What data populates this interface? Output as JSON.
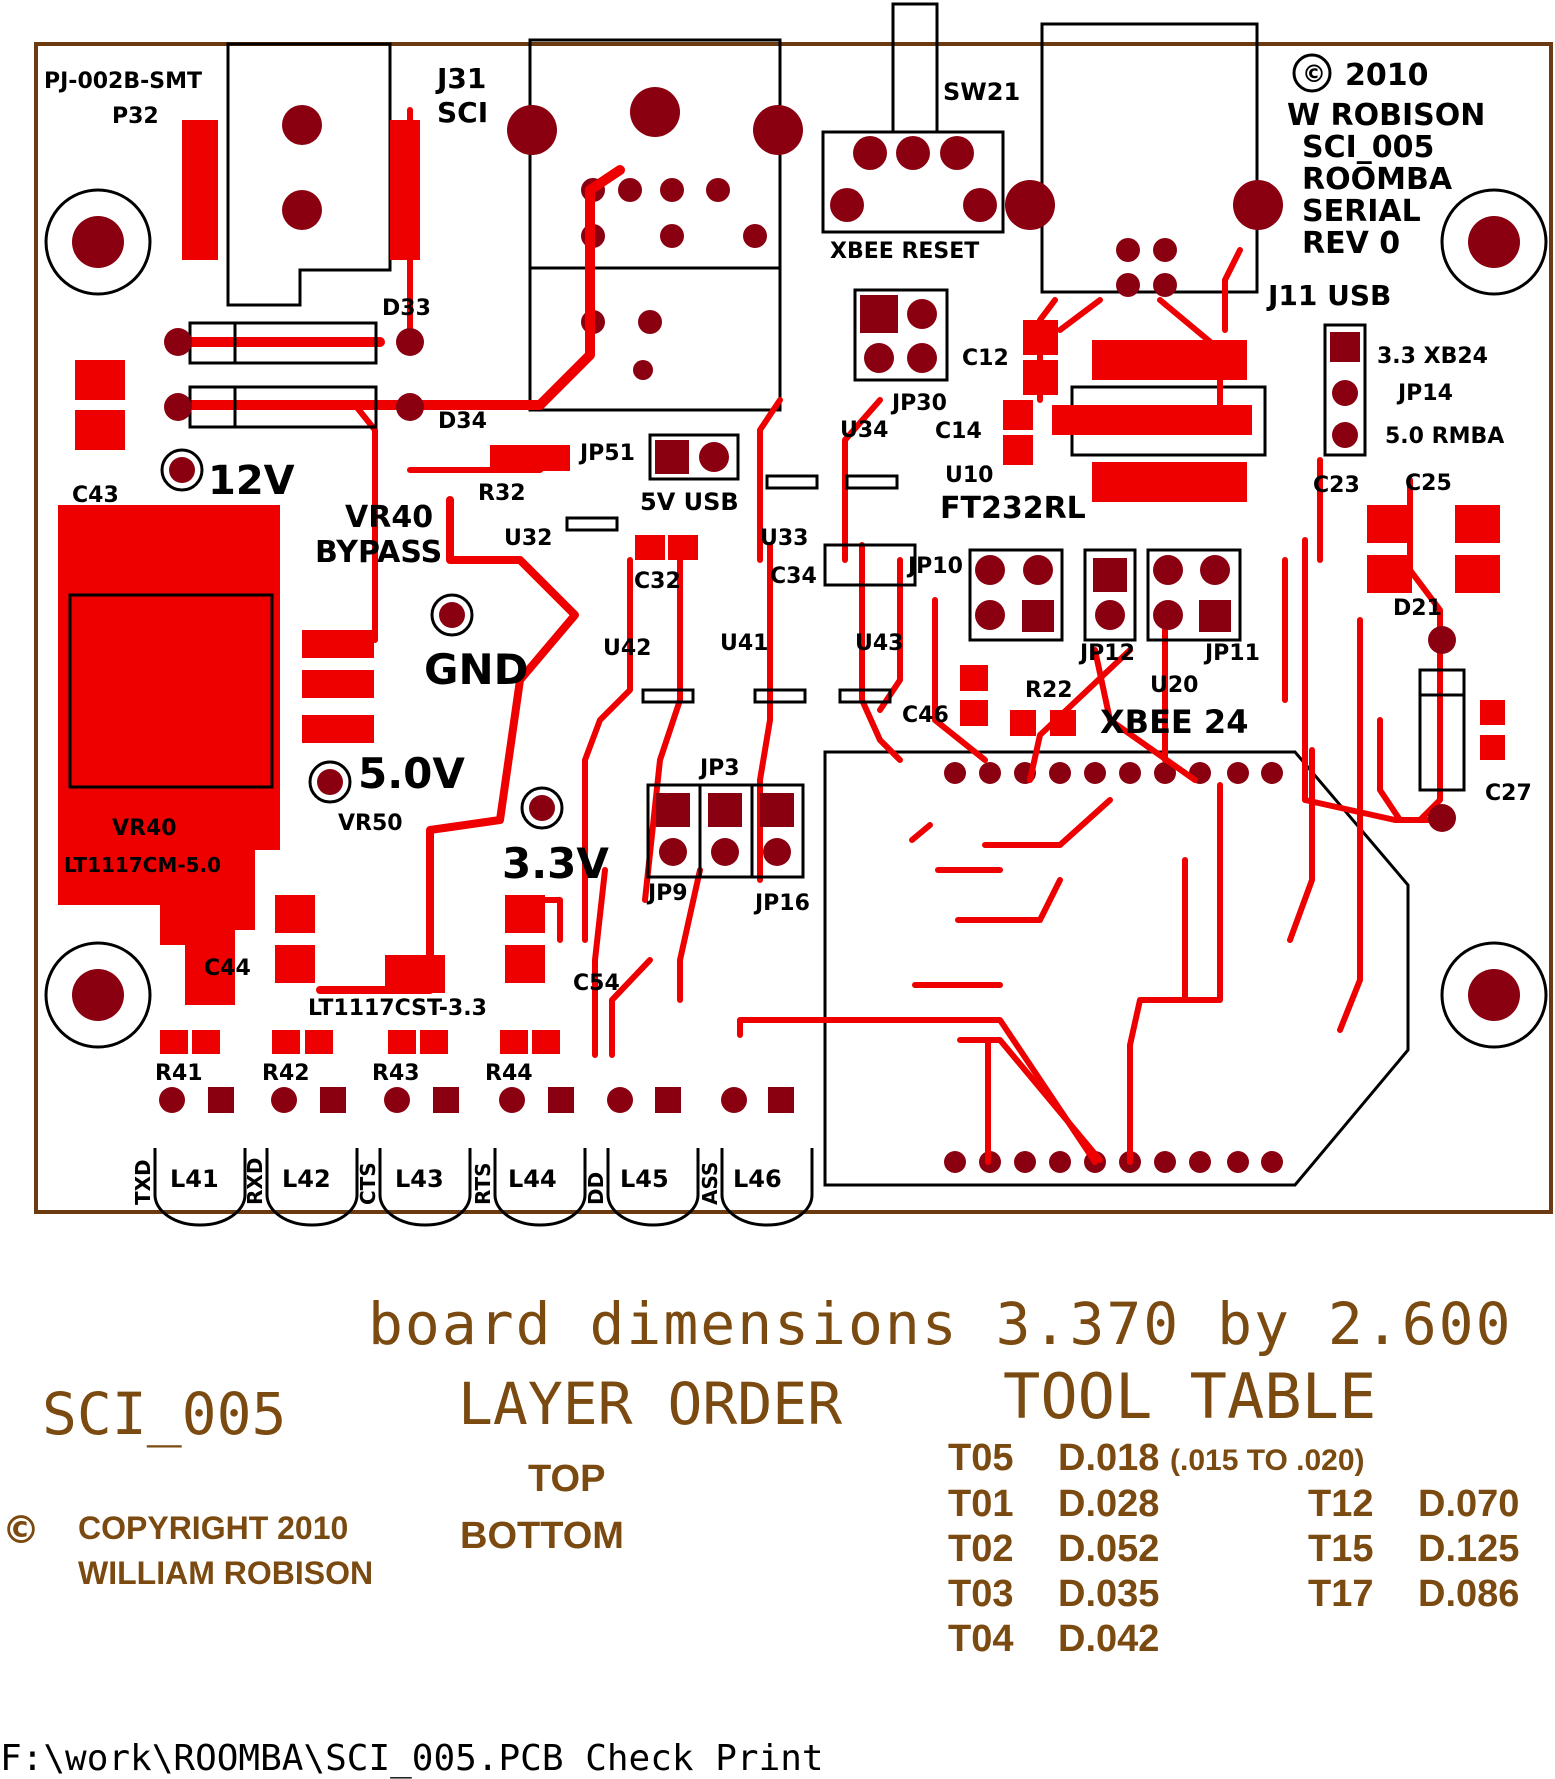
{
  "colors": {
    "copper": "#ee0000",
    "pad": "#8b0010",
    "silk": "#000000",
    "outline": "#6b3a10",
    "text": "#7a4a10"
  },
  "silkscreen": {
    "jack_part": "PJ-002B-SMT",
    "jack_ref": "P32",
    "j31": "J31",
    "sci": "SCI",
    "sw21": "SW21",
    "xbee_reset": "XBEE RESET",
    "copyright_year": "2010",
    "author": "W ROBISON",
    "board_name": "SCI_005",
    "product": "ROOMBA",
    "serial": "SERIAL",
    "rev": "REV 0",
    "j11": "J11 USB",
    "d33": "D33",
    "d34": "D34",
    "c43": "C43",
    "v12": "12V",
    "r32": "R32",
    "jp51": "JP51",
    "v5usb": "5V USB",
    "u32": "U32",
    "c32": "C32",
    "u33": "U33",
    "c34": "C34",
    "jp10": "JP10",
    "u34": "U34",
    "c12": "C12",
    "jp30": "JP30",
    "c14": "C14",
    "u10": "U10",
    "ft232": "FT232RL",
    "jp14": "JP14",
    "xb24": "3.3 XB24",
    "rmba": "5.0 RMBA",
    "c23": "C23",
    "c25": "C25",
    "d21": "D21",
    "c27": "C27",
    "vr40": "VR40",
    "bypass": "BYPASS",
    "gnd": "GND",
    "u42": "U42",
    "u41": "U41",
    "u43": "U43",
    "c46": "C46",
    "jp12": "JP12",
    "jp11": "JP11",
    "u20": "U20",
    "r22": "R22",
    "xbee24": "XBEE 24",
    "v50": "5.0V",
    "vr50": "VR50",
    "vr40b": "VR40",
    "lt5": "LT1117CM-5.0",
    "v33": "3.3V",
    "jp3": "JP3",
    "jp9": "JP9",
    "jp16": "JP16",
    "c44": "C44",
    "c54": "C54",
    "lt33": "LT1117CST-3.3",
    "r41": "R41",
    "r42": "R42",
    "r43": "R43",
    "r44": "R44",
    "leds": [
      {
        "ref": "L41",
        "sig": "TXD"
      },
      {
        "ref": "L42",
        "sig": "RXD"
      },
      {
        "ref": "L43",
        "sig": "CTS"
      },
      {
        "ref": "L44",
        "sig": "RTS"
      },
      {
        "ref": "L45",
        "sig": "DD"
      },
      {
        "ref": "L46",
        "sig": "ASS"
      }
    ]
  },
  "notes": {
    "dimensions": "board dimensions 3.370 by 2.600",
    "board": "SCI_005",
    "copyright_symbol": "©",
    "copyright": "COPYRIGHT 2010",
    "copyright_name": "WILLIAM ROBISON",
    "layer_title": "LAYER ORDER",
    "layers": [
      "TOP",
      "BOTTOM"
    ],
    "tool_title": "TOOL TABLE",
    "tools": [
      {
        "tool": "T05",
        "dia": "D.018",
        "note": "(.015 TO .020)"
      },
      {
        "tool": "T01",
        "dia": "D.028"
      },
      {
        "tool": "T02",
        "dia": "D.052"
      },
      {
        "tool": "T03",
        "dia": "D.035"
      },
      {
        "tool": "T04",
        "dia": "D.042"
      },
      {
        "tool": "T12",
        "dia": "D.070"
      },
      {
        "tool": "T15",
        "dia": "D.125"
      },
      {
        "tool": "T17",
        "dia": "D.086"
      }
    ],
    "file_path": "F:\\work\\ROOMBA\\SCI_005.PCB Check Print"
  }
}
